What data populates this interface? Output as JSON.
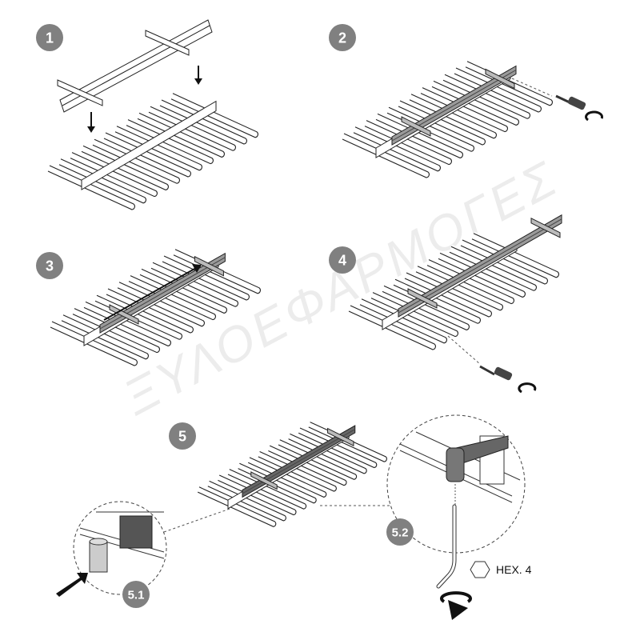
{
  "steps": [
    {
      "label": "1"
    },
    {
      "label": "2"
    },
    {
      "label": "3"
    },
    {
      "label": "4"
    },
    {
      "label": "5"
    }
  ],
  "details": [
    {
      "label": "5.1"
    },
    {
      "label": "5.2"
    }
  ],
  "tool": {
    "label": "HEX. 4"
  },
  "watermark": "ΞΥΛΟΕΦΑΡΜΟΓΕΣ",
  "colors": {
    "badge": "#808080",
    "bar": "#9a9a9a",
    "line": "#222222",
    "part": "#555555"
  }
}
